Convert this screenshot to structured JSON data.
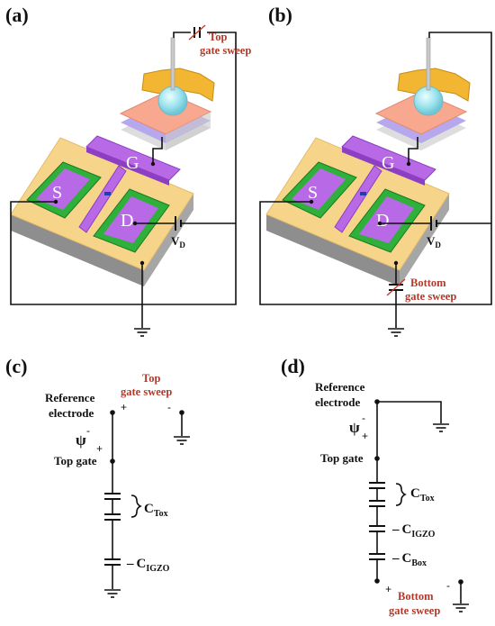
{
  "panels": {
    "a": "(a)",
    "b": "(b)",
    "c": "(c)",
    "d": "(d)"
  },
  "device": {
    "terminal_source": "S",
    "terminal_drain": "D",
    "terminal_gate": "G",
    "vd_main": "V",
    "vd_sub": "D"
  },
  "panel_a": {
    "sweep_line1": "Top",
    "sweep_line2": "gate sweep"
  },
  "panel_b": {
    "sweep_line1": "Bottom",
    "sweep_line2": "gate sweep"
  },
  "panel_c": {
    "sweep_line1": "Top",
    "sweep_line2": "gate sweep",
    "ref_line1": "Reference",
    "ref_line2": "electrode",
    "plus": "+",
    "minus": "-",
    "psi": "ψ",
    "top_gate": "Top gate",
    "ctox_main": "C",
    "ctox_sub": "Tox",
    "cigzo_main": "C",
    "cigzo_sub": "IGZO",
    "dash": "–"
  },
  "panel_d": {
    "ref_line1": "Reference",
    "ref_line2": "electrode",
    "psi": "ψ",
    "plus": "+",
    "minus": "-",
    "top_gate": "Top gate",
    "ctox_main": "C",
    "ctox_sub": "Tox",
    "cigzo_main": "C",
    "cigzo_sub": "IGZO",
    "cbox_main": "C",
    "cbox_sub": "Box",
    "dash": "–",
    "sweep_line1": "Bottom",
    "sweep_line2": "gate sweep"
  }
}
